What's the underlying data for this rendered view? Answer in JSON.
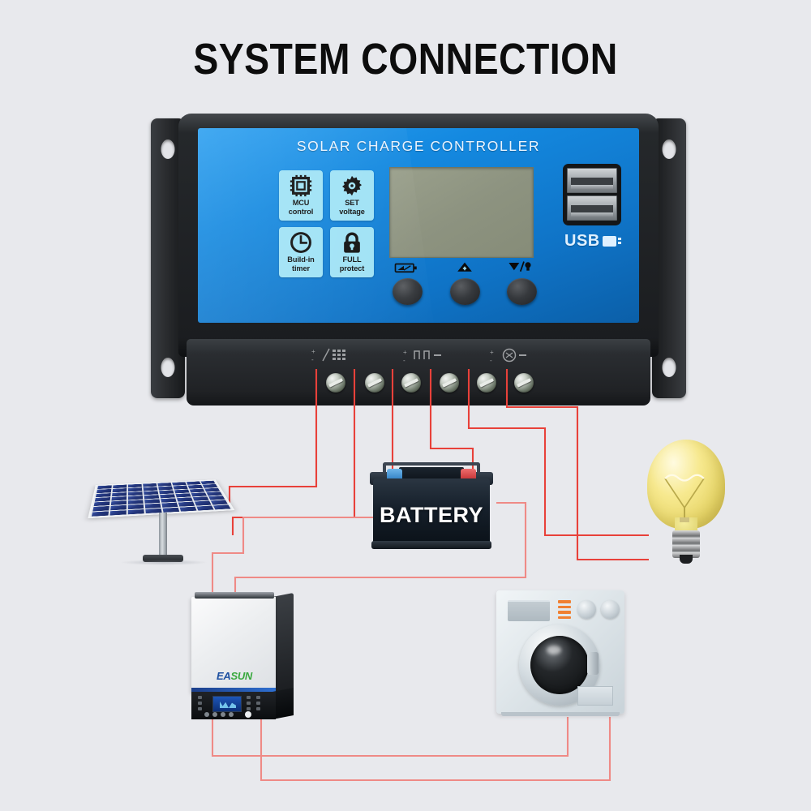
{
  "page": {
    "title": "SYSTEM CONNECTION",
    "background_color": "#e8e9ed"
  },
  "controller": {
    "brand_text": "SOLAR CHARGE CONTROLLER",
    "face_color": "#1489e0",
    "lcd": {
      "value": "",
      "color": "#8d9380"
    },
    "usb": {
      "label": "USB",
      "port_count": 2
    },
    "features": [
      {
        "id": "mcu-control",
        "icon": "chip-icon",
        "line1": "MCU",
        "line2": "control"
      },
      {
        "id": "set-voltage",
        "icon": "gear-icon",
        "line1": "SET",
        "line2": "voltage"
      },
      {
        "id": "build-in-timer",
        "icon": "clock-icon",
        "line1": "Build-in",
        "line2": "timer"
      },
      {
        "id": "full-protect",
        "icon": "lock-icon",
        "line1": "FULL",
        "line2": "protect"
      }
    ],
    "buttons": [
      {
        "id": "menu-button",
        "icon": "battery-menu-icon"
      },
      {
        "id": "up-button",
        "icon": "up-plus-icon"
      },
      {
        "id": "down-button",
        "icon": "down-light-icon"
      }
    ],
    "terminal_groups": [
      {
        "id": "solar-terminals",
        "icon": "solar-panel-icon",
        "polarity": [
          "+",
          "-"
        ]
      },
      {
        "id": "battery-terminals",
        "icon": "battery-icon",
        "polarity": [
          "+",
          "-"
        ]
      },
      {
        "id": "load-terminals",
        "icon": "lamp-icon",
        "polarity": [
          "+",
          "-"
        ]
      }
    ],
    "screw_count": 6
  },
  "devices": {
    "solar_panel": {
      "name": "Solar Panel",
      "cell_cols": 8,
      "cell_rows": 7,
      "cell_color": "#24377e"
    },
    "battery": {
      "name": "Battery",
      "label": "BATTERY",
      "negative_terminal_color": "#1d6fb8",
      "positive_terminal_color": "#b81f22"
    },
    "lamp": {
      "name": "Light Bulb",
      "glass_color": "#f7e98f"
    },
    "inverter": {
      "name": "Inverter",
      "logo_part1": "EA",
      "logo_part2": "SUN"
    },
    "washer": {
      "name": "Washing Machine",
      "led_color": "#f08031"
    }
  },
  "wiring": {
    "color": "#e8413a",
    "thin_color": "#ef8a86"
  }
}
